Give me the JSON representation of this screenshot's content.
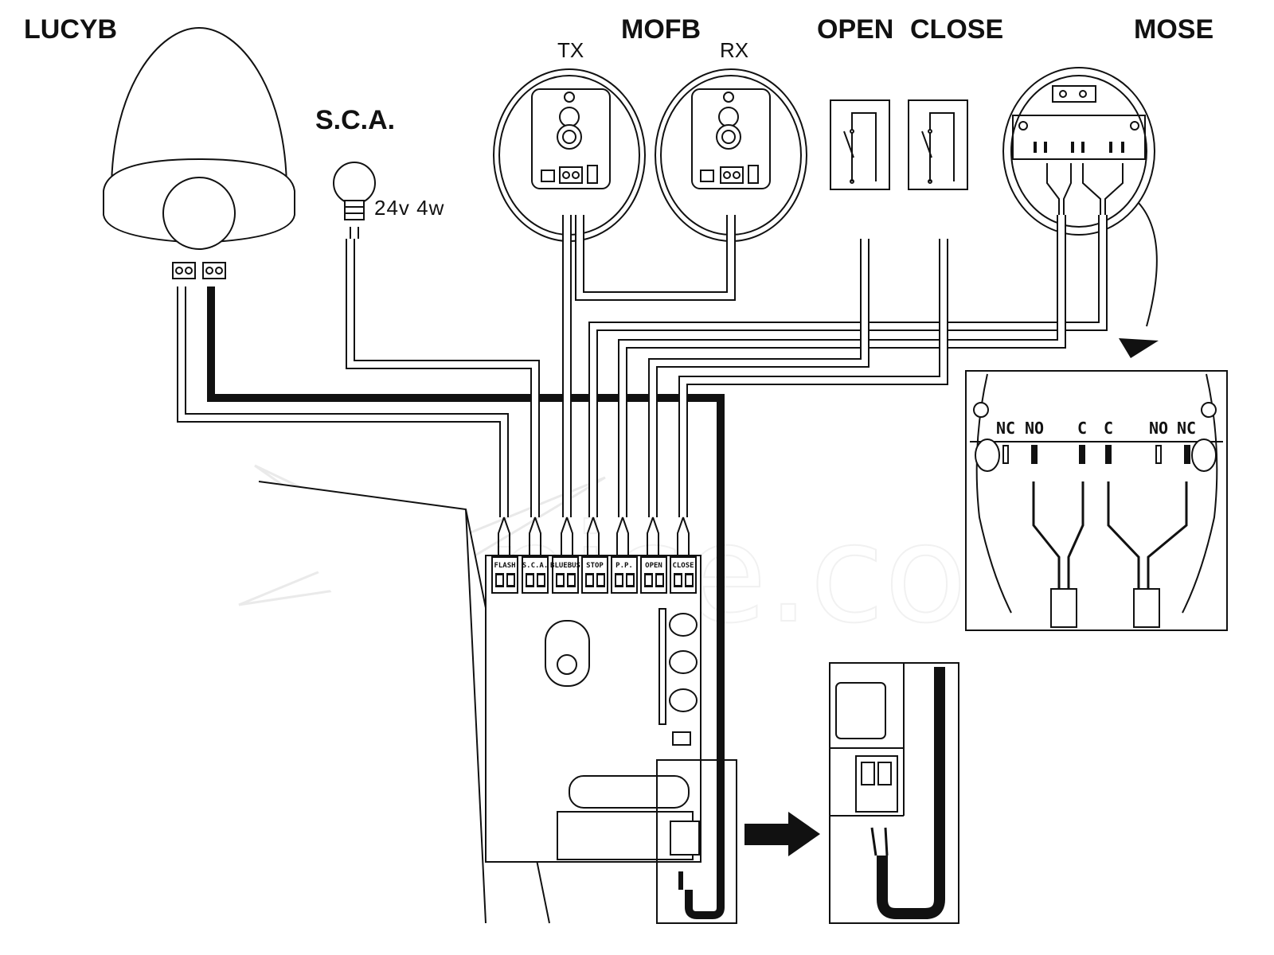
{
  "labels": {
    "lucyb": "LUCYB",
    "sca": "S.C.A.",
    "sca_rating": "24v 4w",
    "mofb": "MOFB",
    "tx": "TX",
    "rx": "RX",
    "open": "OPEN",
    "close": "CLOSE",
    "mose": "MOSE"
  },
  "terminals": [
    "FLASH",
    "S.C.A.",
    "BLUEBUS",
    "STOP",
    "P.P.",
    "OPEN",
    "CLOSE"
  ],
  "mose_pins": [
    "NC",
    "NO",
    "C",
    "C",
    "NO",
    "NC"
  ],
  "watermark": "nice.com"
}
